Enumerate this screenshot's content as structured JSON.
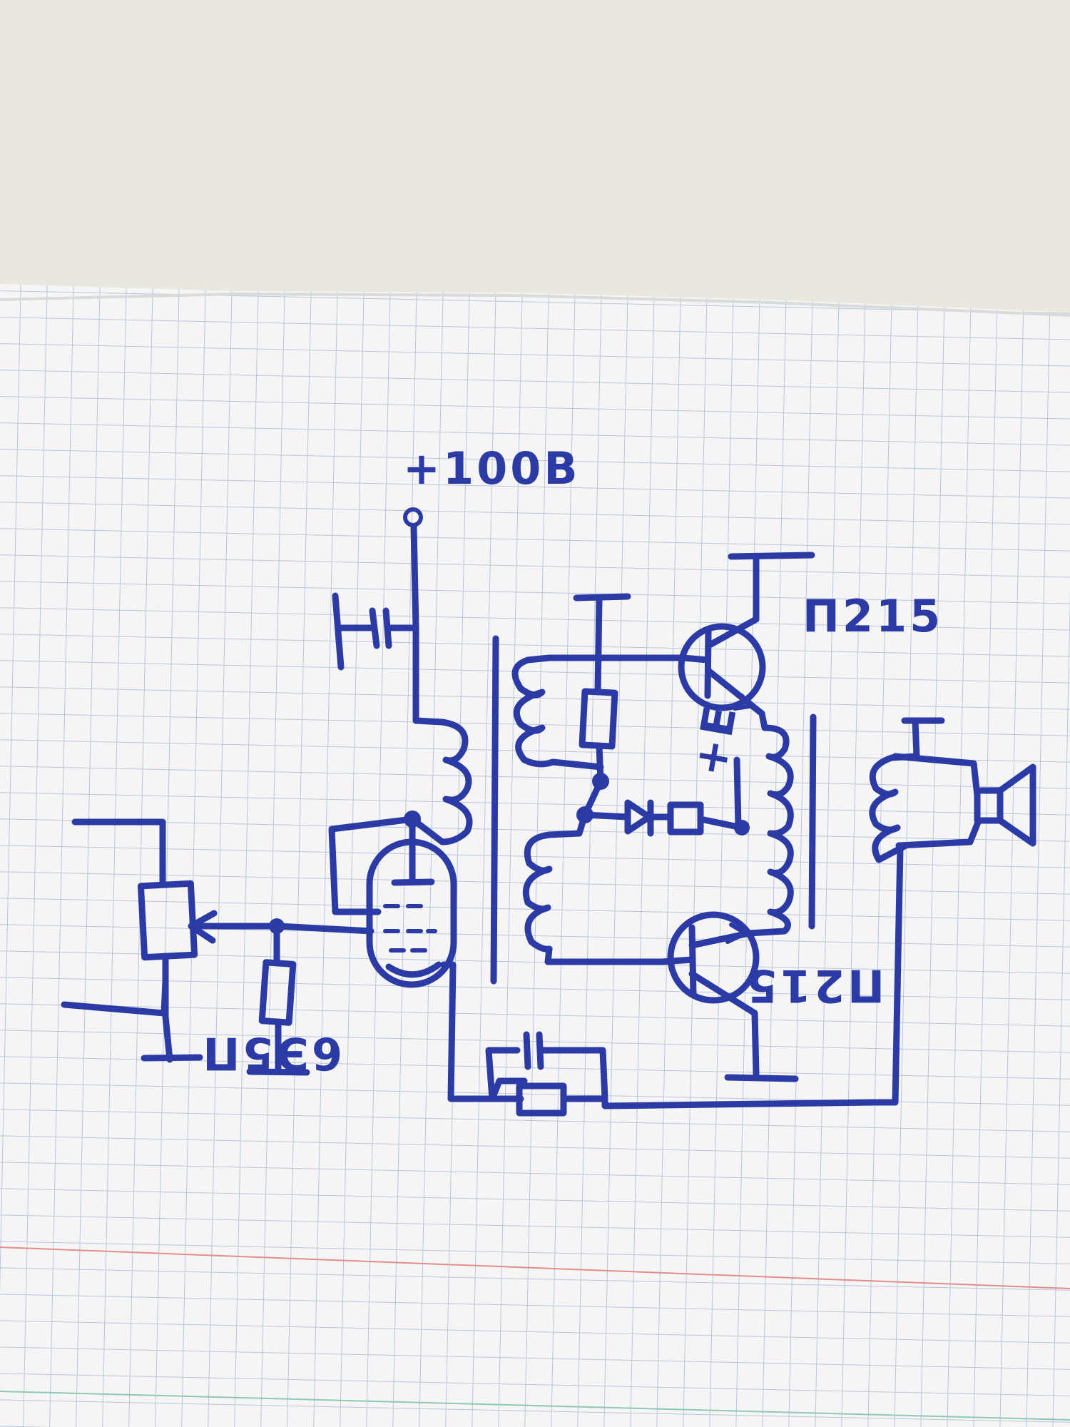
{
  "labels": {
    "supply": "+100B",
    "tube": "6Э5П",
    "transistor_top": "П215",
    "transistor_bottom": "П215",
    "bias": "+E"
  },
  "colors": {
    "ink": "#2c3aa6",
    "paper": "#f4f5f4",
    "grid": "#b9c6da",
    "margin_line": "#e38c8c"
  }
}
